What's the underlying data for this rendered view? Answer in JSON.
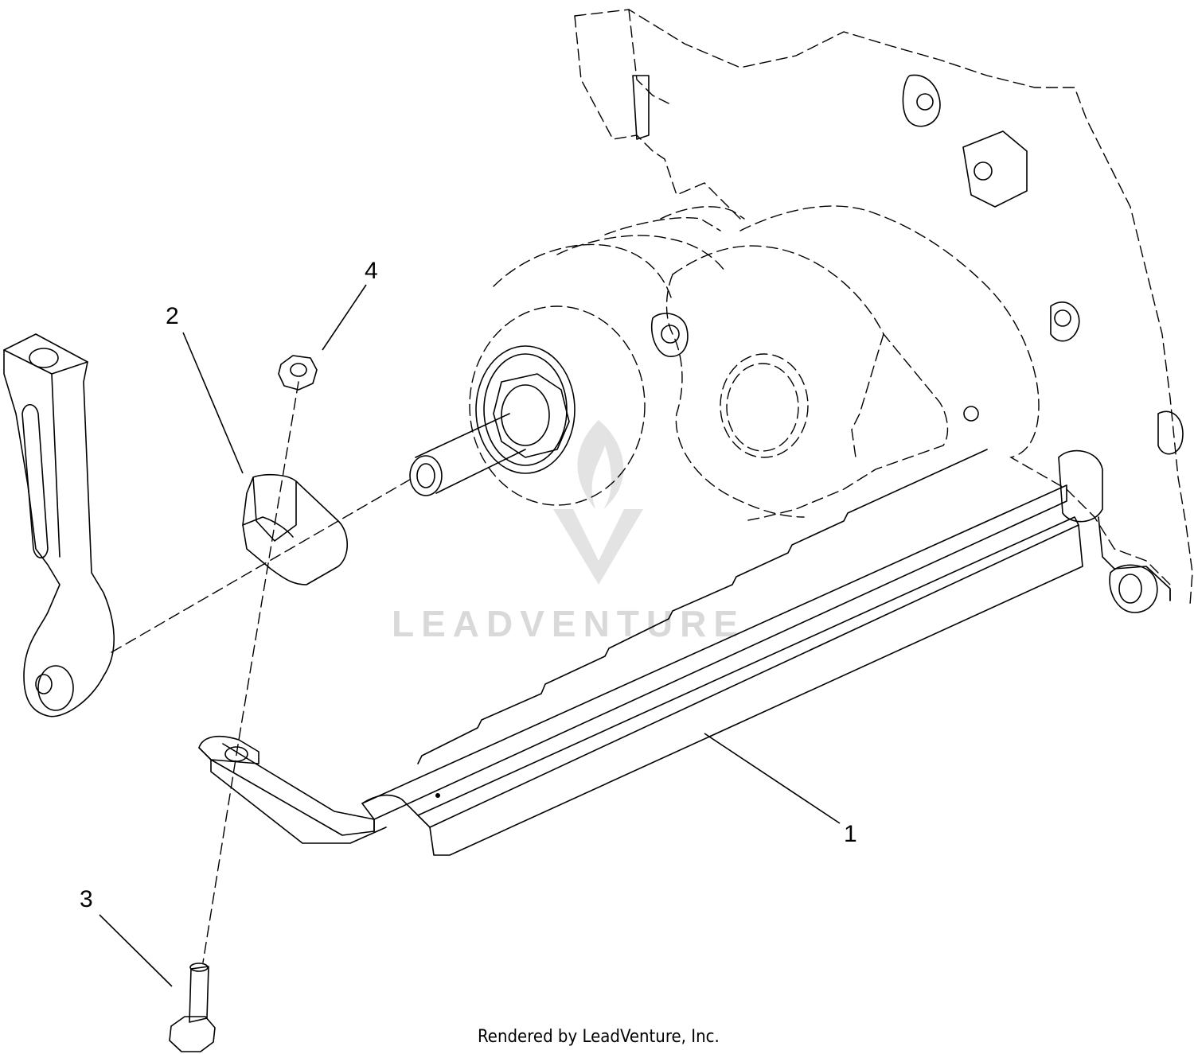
{
  "diagram": {
    "callouts": [
      {
        "id": "1",
        "label": "1"
      },
      {
        "id": "2",
        "label": "2"
      },
      {
        "id": "3",
        "label": "3"
      },
      {
        "id": "4",
        "label": "4"
      }
    ],
    "watermark_text": "LEADVENTURE",
    "credit": "Rendered by LeadVenture, Inc."
  }
}
